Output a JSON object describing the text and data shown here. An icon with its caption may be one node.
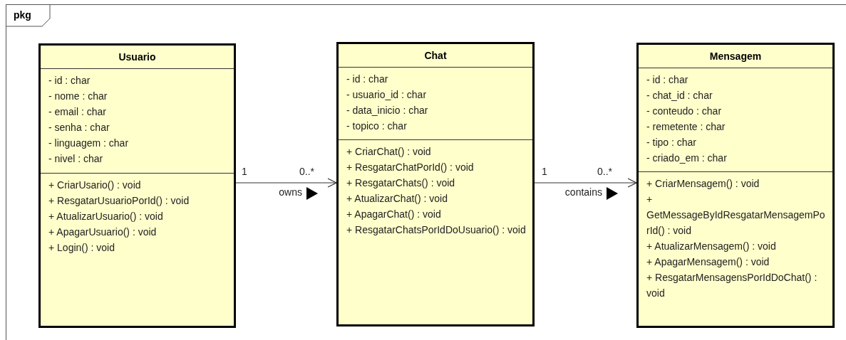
{
  "diagram": {
    "nodes": [
      {
        "text": [
          "pkg"
        ]
      },
      {
        "text": [
          "Usuario"
        ],
        "in": 0
      },
      {
        "text": [
          "- id : char",
          "- nome : char",
          "- email : char",
          "- senha : char",
          "- linguagem : char",
          "- nivel : char"
        ],
        "in": 1
      },
      {
        "text": [
          "+ CriarUsario() : void",
          "+ ResgatarUsuarioPorId() : void",
          "+ AtualizarUsuario() : void",
          "+ ApagarUsuario() : void",
          "+ Login() : void"
        ],
        "in": 1
      },
      {
        "text": [
          "Chat"
        ],
        "in": 0
      },
      {
        "text": [
          "- id : char",
          "- usuario_id : char",
          "- data_inicio : char",
          "- topico : char"
        ],
        "in": 4
      },
      {
        "text": [
          "+ CriarChat() : void",
          "+ ResgatarChatPorId() : void",
          "+ ResgatarChats() : void",
          "+ AtualizarChat() : void",
          "+ ApagarChat() : void",
          "+ ResgatarChatsPorIdDoUsuario() : void"
        ],
        "in": 4
      },
      {
        "text": [
          "Mensagem"
        ],
        "in": 0
      },
      {
        "text": [
          "- id : char",
          "- chat_id : char",
          "- conteudo : char",
          "- remetente : char",
          "- tipo : char",
          "- criado_em : char"
        ],
        "in": 7
      },
      {
        "text": [
          "+ CriarMensagem() : void",
          "+ GetMessageByIdResgatarMensagemPorId() : void",
          "+ AtualizarMensagem() : void",
          "+ ApagarMensagem() : void",
          "+ ResgatarMensagensPorIdDoChat() : void"
        ],
        "in": 7
      }
    ],
    "edges": [
      {
        "from": 1,
        "to": 4,
        "arrow": "to",
        "label": "owns"
      },
      {
        "from": 4,
        "to": 7,
        "arrow": "to",
        "label": "contains"
      }
    ],
    "labels": [
      "1",
      "0..*",
      "1",
      "0..*"
    ]
  }
}
